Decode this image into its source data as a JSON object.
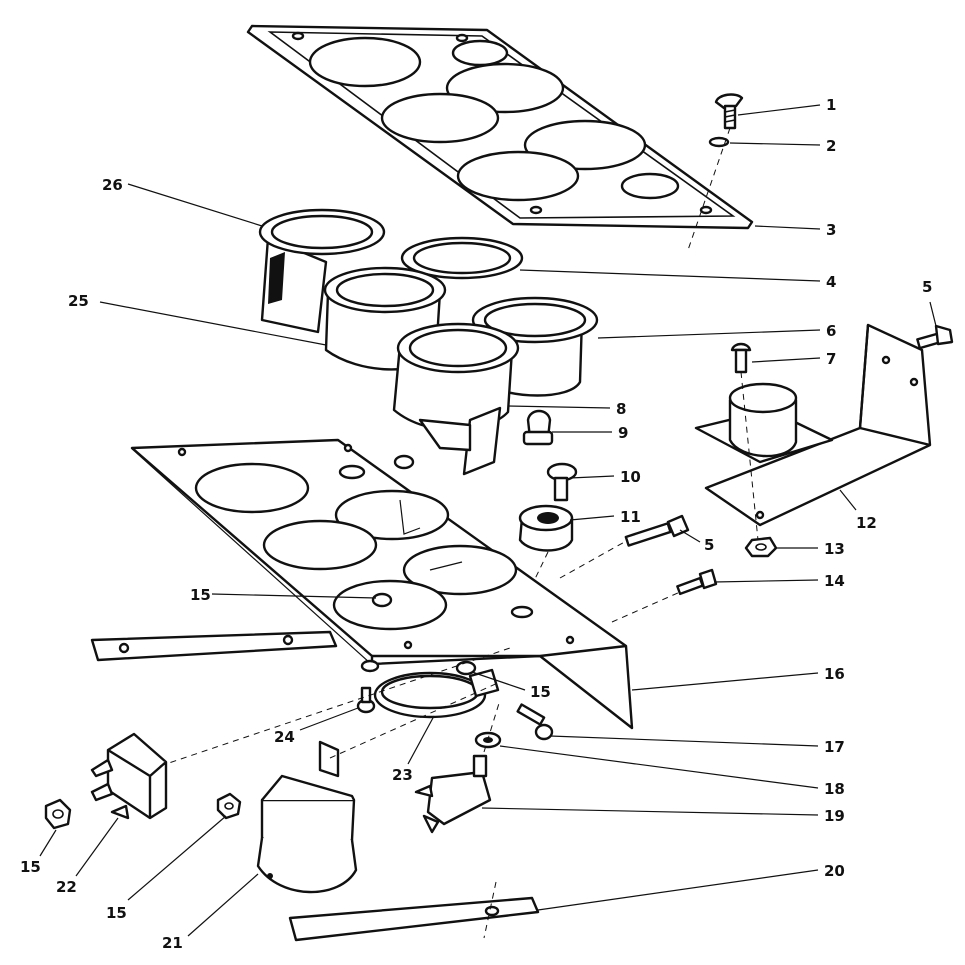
{
  "diagram": {
    "callouts": [
      {
        "id": "c1",
        "text": "1"
      },
      {
        "id": "c2",
        "text": "2"
      },
      {
        "id": "c3",
        "text": "3"
      },
      {
        "id": "c4",
        "text": "4"
      },
      {
        "id": "c5a",
        "text": "5"
      },
      {
        "id": "c6",
        "text": "6"
      },
      {
        "id": "c7",
        "text": "7"
      },
      {
        "id": "c8",
        "text": "8"
      },
      {
        "id": "c9",
        "text": "9"
      },
      {
        "id": "c10",
        "text": "10"
      },
      {
        "id": "c11",
        "text": "11"
      },
      {
        "id": "c5b",
        "text": "5"
      },
      {
        "id": "c12",
        "text": "12"
      },
      {
        "id": "c13",
        "text": "13"
      },
      {
        "id": "c14",
        "text": "14"
      },
      {
        "id": "c15a",
        "text": "15"
      },
      {
        "id": "c15b",
        "text": "15"
      },
      {
        "id": "c16",
        "text": "16"
      },
      {
        "id": "c17",
        "text": "17"
      },
      {
        "id": "c18",
        "text": "18"
      },
      {
        "id": "c19",
        "text": "19"
      },
      {
        "id": "c20",
        "text": "20"
      },
      {
        "id": "c21",
        "text": "21"
      },
      {
        "id": "c15c",
        "text": "15"
      },
      {
        "id": "c22",
        "text": "22"
      },
      {
        "id": "c15d",
        "text": "15"
      },
      {
        "id": "c23",
        "text": "23"
      },
      {
        "id": "c24",
        "text": "24"
      },
      {
        "id": "c25",
        "text": "25"
      },
      {
        "id": "c26",
        "text": "26"
      }
    ]
  }
}
